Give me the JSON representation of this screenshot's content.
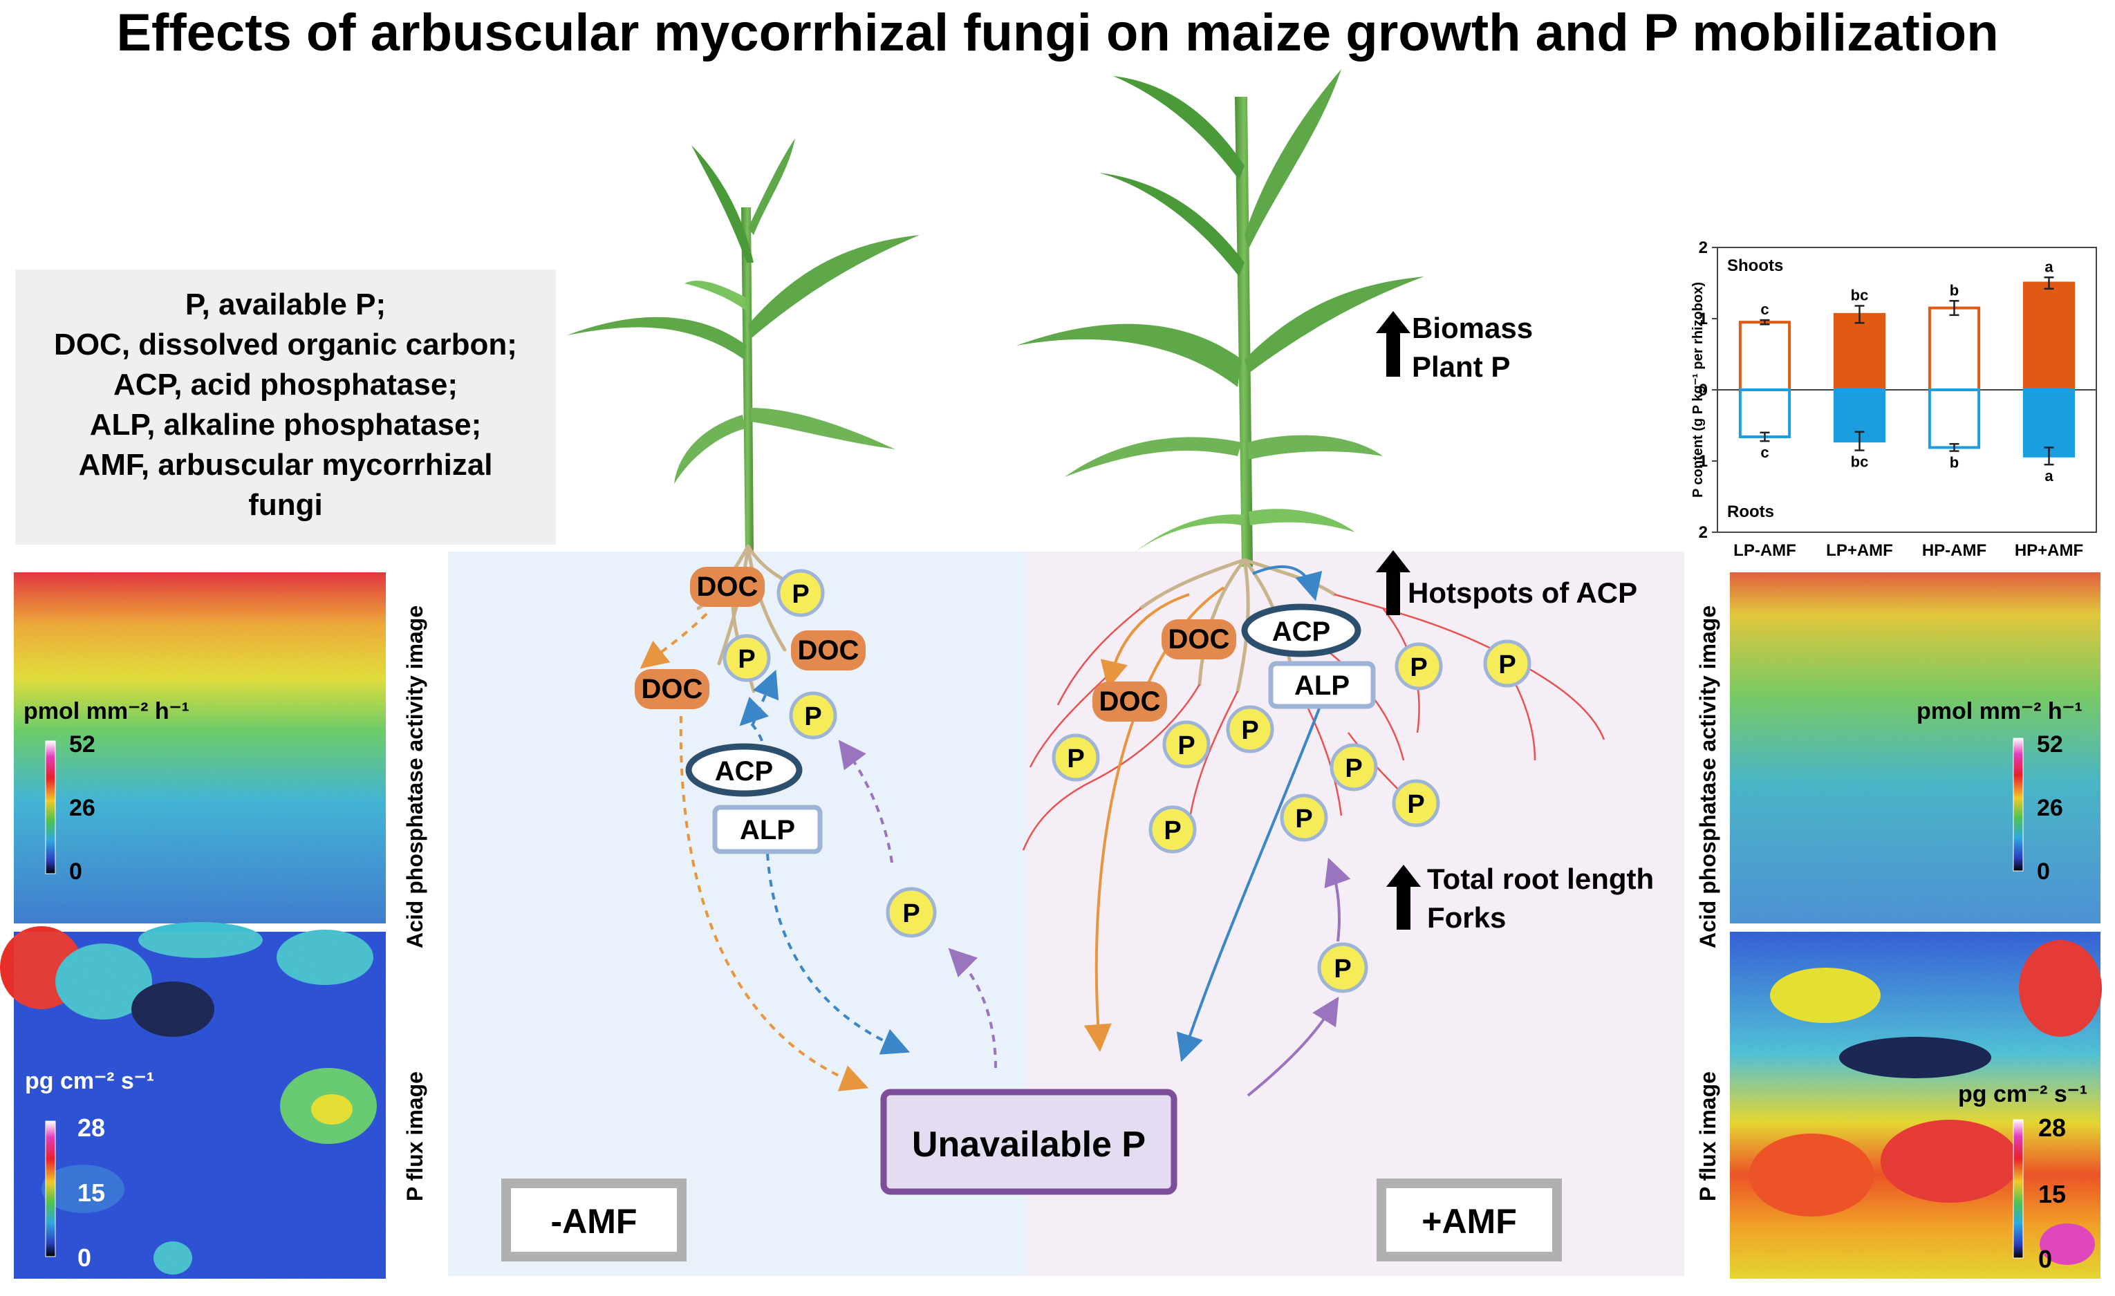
{
  "title": "Effects of arbuscular mycorrhizal fungi on maize growth and P mobilization",
  "legend": {
    "lines": [
      "P, available P;",
      "DOC, dissolved organic carbon;",
      "ACP, acid phosphatase;",
      "ALP, alkaline phosphatase;",
      "AMF, arbuscular mycorrhizal",
      "fungi"
    ]
  },
  "panels": {
    "acp_image_label": "Acid phosphatase activity image",
    "flux_image_label": "P flux image",
    "acp_unit": "pmol mm⁻² h⁻¹",
    "flux_unit": "pg cm⁻² s⁻¹",
    "acp_ticks": [
      "52",
      "26",
      "0"
    ],
    "flux_ticks": [
      "28",
      "15",
      "0"
    ]
  },
  "labels": {
    "doc": "DOC",
    "p": "P",
    "acp": "ACP",
    "alp": "ALP",
    "unavailable_p": "Unavailable P",
    "minus_amf": "-AMF",
    "plus_amf": "+AMF"
  },
  "callouts": {
    "biomass": [
      "Biomass",
      "Plant P"
    ],
    "hotspots": "Hotspots of ACP",
    "root_length": [
      "Total root length",
      "Forks"
    ]
  },
  "colors": {
    "minus_bg": "#e9f1fa",
    "plus_bg": "#f6eef6",
    "doc_fill": "#e2894e",
    "p_fill": "#f6ec5a",
    "acp_border": "#2d4f6e",
    "alp_border": "#9db4d6",
    "unavail_border": "#7d4f9b",
    "unavail_fill": "#e4dcf0",
    "orange_arrow": "#e8963e",
    "blue_arrow": "#3b86c8",
    "purple_arrow": "#9a74be",
    "root_red": "#e8524f",
    "leaf_green": "#5fa84a",
    "shoot_bar": "#e05a13",
    "root_bar": "#1a9ee0"
  },
  "chart_data": {
    "type": "bar",
    "categories": [
      "LP-AMF",
      "LP+AMF",
      "HP-AMF",
      "HP+AMF"
    ],
    "ylabel": "P content (g P kg⁻¹ per rhizobox)",
    "ylim": [
      -2,
      2
    ],
    "yticks": [
      "2",
      "1",
      "0",
      "1",
      "2"
    ],
    "series": [
      {
        "name": "Shoots",
        "values": [
          0.95,
          1.06,
          1.15,
          1.5
        ],
        "errors": [
          0.03,
          0.12,
          0.1,
          0.08
        ],
        "letters": [
          "c",
          "bc",
          "b",
          "a"
        ],
        "filled": [
          false,
          true,
          false,
          true
        ]
      },
      {
        "name": "Roots",
        "values": [
          0.66,
          0.72,
          0.81,
          0.93
        ],
        "errors": [
          0.06,
          0.13,
          0.05,
          0.12
        ],
        "letters": [
          "c",
          "bc",
          "b",
          "a"
        ],
        "filled": [
          false,
          true,
          false,
          true
        ]
      }
    ]
  }
}
